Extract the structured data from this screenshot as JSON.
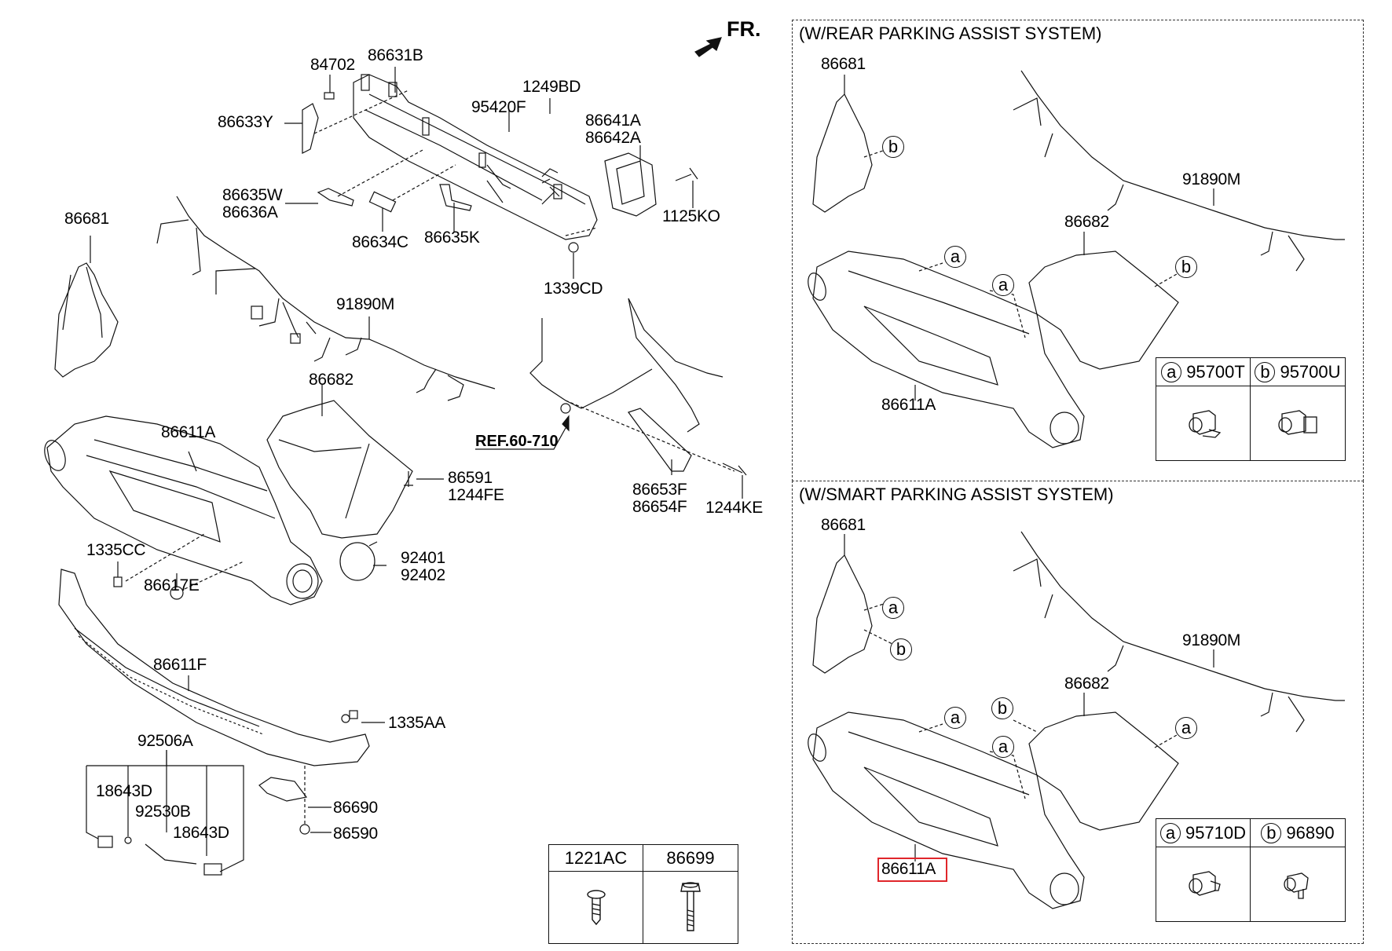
{
  "orientation": {
    "label": "FR.",
    "icon": "front-direction-arrow-icon"
  },
  "main_diagram": {
    "labels": {
      "p84702": "84702",
      "p86631B": "86631B",
      "p86633Y": "86633Y",
      "p1249BD": "1249BD",
      "p95420F": "95420F",
      "p86641A": "86641A",
      "p86642A": "86642A",
      "p86635W": "86635W",
      "p86636A": "86636A",
      "p86634C": "86634C",
      "p86635K": "86635K",
      "p1125KO": "1125KO",
      "p1339CD": "1339CD",
      "p86681": "86681",
      "p91890M": "91890M",
      "p86682": "86682",
      "p86611A": "86611A",
      "p86591": "86591",
      "p1244FE": "1244FE",
      "p86653F": "86653F",
      "p86654F": "86654F",
      "p1244KE": "1244KE",
      "p1335CC": "1335CC",
      "p86617E": "86617E",
      "p92401": "92401",
      "p92402": "92402",
      "p86611F": "86611F",
      "p1335AA": "1335AA",
      "p92506A": "92506A",
      "p18643D_a": "18643D",
      "p92530B": "92530B",
      "p18643D_b": "18643D",
      "p86690": "86690",
      "p86590": "86590"
    },
    "reference": "REF.60-710"
  },
  "fastener_table": {
    "columns": [
      {
        "part": "1221AC",
        "icon": "screw-icon"
      },
      {
        "part": "86699",
        "icon": "hex-bolt-icon"
      }
    ]
  },
  "rear_parking_panel": {
    "title": "(W/REAR PARKING ASSIST SYSTEM)",
    "labels": {
      "p86681": "86681",
      "p91890M": "91890M",
      "p86682": "86682",
      "p86611A": "86611A"
    },
    "callouts": [
      "b",
      "a",
      "a",
      "b"
    ],
    "sensor_table": [
      {
        "key": "a",
        "part": "95700T",
        "icon": "parking-sensor-icon"
      },
      {
        "key": "b",
        "part": "95700U",
        "icon": "parking-sensor-bracket-icon"
      }
    ]
  },
  "smart_parking_panel": {
    "title": "(W/SMART PARKING ASSIST SYSTEM)",
    "labels": {
      "p86681": "86681",
      "p91890M": "91890M",
      "p86682": "86682",
      "p86611A": "86611A"
    },
    "callouts": [
      "a",
      "b",
      "a",
      "b",
      "a",
      "a"
    ],
    "highlighted_part": "86611A",
    "highlight_color": "#e0262b",
    "sensor_table": [
      {
        "key": "a",
        "part": "95710D",
        "icon": "parking-sensor-icon"
      },
      {
        "key": "b",
        "part": "96890",
        "icon": "parking-sensor-side-icon"
      }
    ]
  }
}
